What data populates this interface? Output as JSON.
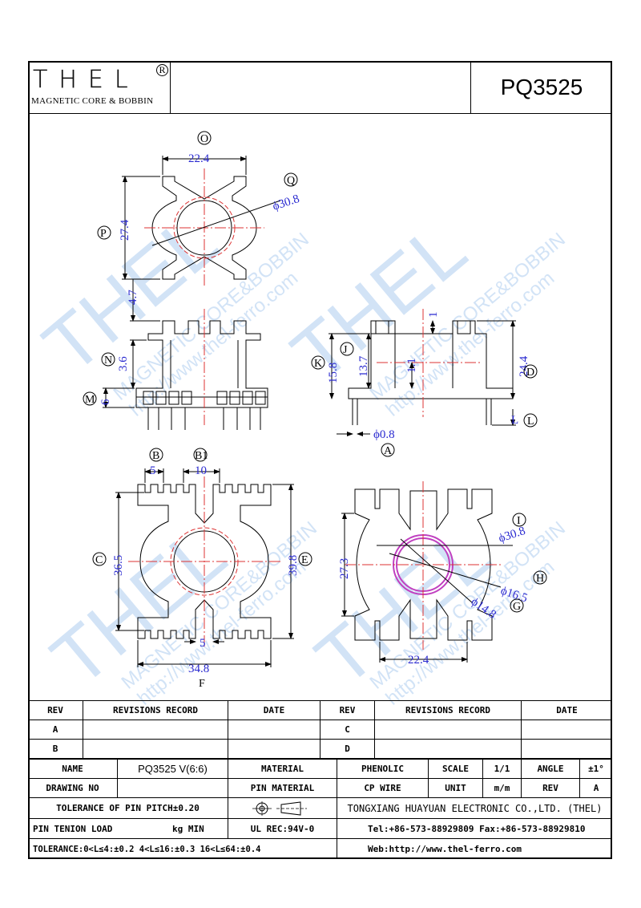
{
  "header": {
    "logo_text": "THEL",
    "logo_registered": "R",
    "logo_subtitle": "MAGNETIC CORE & BOBBIN",
    "part_number": "PQ3525"
  },
  "watermark": {
    "brand": "THEL",
    "line1": "MAGNETIC CORE&BOBBIN",
    "line2": "http://www.thel-ferro.com"
  },
  "views": {
    "top": {
      "labels": [
        "O",
        "P",
        "Q"
      ],
      "dims": {
        "width": "22.4",
        "height": "27.4",
        "dia": "ϕ30.8"
      }
    },
    "front": {
      "labels": [
        "N",
        "M"
      ],
      "dims": {
        "top_gap": "4.7",
        "n": "3.6",
        "m": "6"
      }
    },
    "side": {
      "labels": [
        "J",
        "K",
        "D",
        "L",
        "A"
      ],
      "dims": {
        "one": "1",
        "j": "13.7",
        "k": "15.8",
        "c": "1.1",
        "d": "24.4",
        "a": "ϕ0.8"
      }
    },
    "bottom": {
      "labels": [
        "B",
        "B1",
        "C",
        "E",
        "F"
      ],
      "dims": {
        "b": "5",
        "b1": "10",
        "c": "36.5",
        "e": "39.8",
        "f": "34.8",
        "five": "5"
      }
    },
    "section": {
      "labels": [
        "I",
        "H",
        "G"
      ],
      "dims": {
        "h": "27.3",
        "i": "ϕ30.8",
        "hd": "ϕ16.5",
        "g": "ϕ14.8",
        "w": "22.4"
      }
    }
  },
  "title_block": {
    "rev_header": "REV",
    "revisions_record": "REVISIONS RECORD",
    "date": "DATE",
    "rev_a": "A",
    "rev_b": "B",
    "rev_c": "C",
    "rev_d": "D",
    "name_label": "NAME",
    "name_value": "PQ3525 V(6:6)",
    "material_label": "MATERIAL",
    "material_value": "PHENOLIC",
    "scale_label": "SCALE",
    "scale_value": "1/1",
    "angle_label": "ANGLE",
    "angle_value": "±1°",
    "drawing_no_label": "DRAWING NO",
    "pin_material_label": "PIN MATERIAL",
    "pin_material_value": "CP WIRE",
    "unit_label": "UNIT",
    "unit_value": "m/m",
    "rev_label": "REV",
    "rev_value": "A",
    "tolerance_pitch": "TOLERANCE OF PIN PITCH±0.20",
    "company": "TONGXIANG HUAYUAN ELECTRONIC CO.,LTD.  (THEL)",
    "pin_tension": "PIN TENION LOAD",
    "kg_min": "kg MIN",
    "ul_rec": "UL REC:94V-0",
    "tel_fax": "Tel:+86-573-88929809 Fax:+86-573-88929810",
    "tolerance": "TOLERANCE:0<L≤4:±0.2  4<L≤16:±0.3  16<L≤64:±0.4",
    "web": "Web:http://www.thel-ferro.com"
  }
}
